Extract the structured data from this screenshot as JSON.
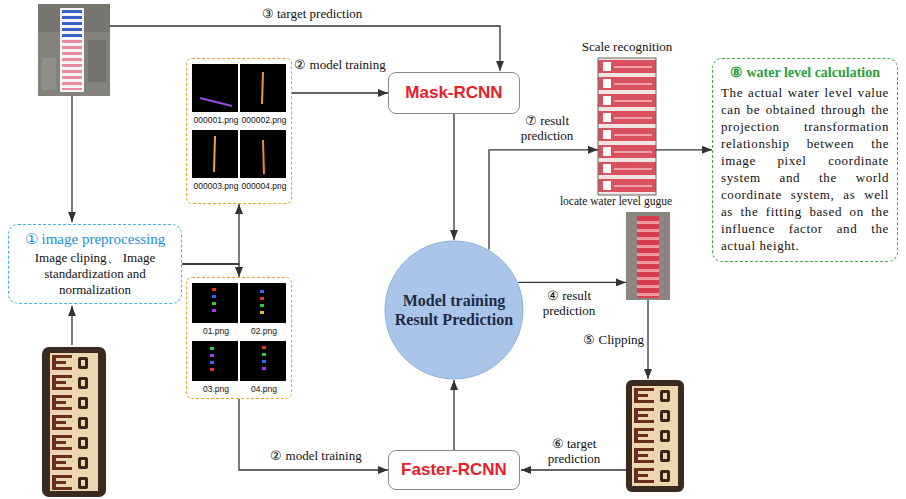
{
  "diagram": {
    "nodes": [
      {
        "text": [
          "① image preprocessing",
          "Image cliping、 Image standardization and normalization"
        ]
      },
      {
        "text": [
          "000001.png",
          "000002.png",
          "000003.png",
          "000004.png"
        ]
      },
      {
        "text": [
          "01.png",
          "02.png",
          "03.png",
          "04.png"
        ]
      },
      {
        "text": [
          "Mask-RCNN"
        ]
      },
      {
        "text": [
          "Faster-RCNN"
        ]
      },
      {
        "text": [
          "Model training Result Prediction"
        ]
      },
      {
        "text": [
          "Scale recognition"
        ]
      },
      {
        "text": [
          "locate water level gugue"
        ]
      },
      {
        "text": [
          "⑧ water level calculation",
          "The actual water level value can be obtained through the projection transformation relationship between the image pixel coordinate system and the world coordinate system, as well as the fitting based on the influence factor and the actual height."
        ]
      }
    ],
    "edges": [
      {
        "from": 0,
        "to": 1,
        "arrow": "to"
      },
      {
        "from": 0,
        "to": 2,
        "arrow": "to"
      },
      {
        "from": 1,
        "to": 3,
        "label": "② model training",
        "arrow": "to"
      },
      {
        "from": 2,
        "to": 4,
        "label": "② model training",
        "arrow": "to"
      },
      {
        "from": 3,
        "to": 5,
        "arrow": "to"
      },
      {
        "from": 4,
        "to": 5,
        "arrow": "to"
      },
      {
        "from": 5,
        "to": 6,
        "label": "⑦ result prediction",
        "arrow": "to"
      },
      {
        "from": 5,
        "to": 7,
        "label": "④ result prediction",
        "arrow": "to"
      },
      {
        "from": 6,
        "to": 8,
        "arrow": "to"
      }
    ],
    "labels": [
      "③ target prediction",
      "⑤ Clipping",
      "⑥ target prediction"
    ]
  }
}
